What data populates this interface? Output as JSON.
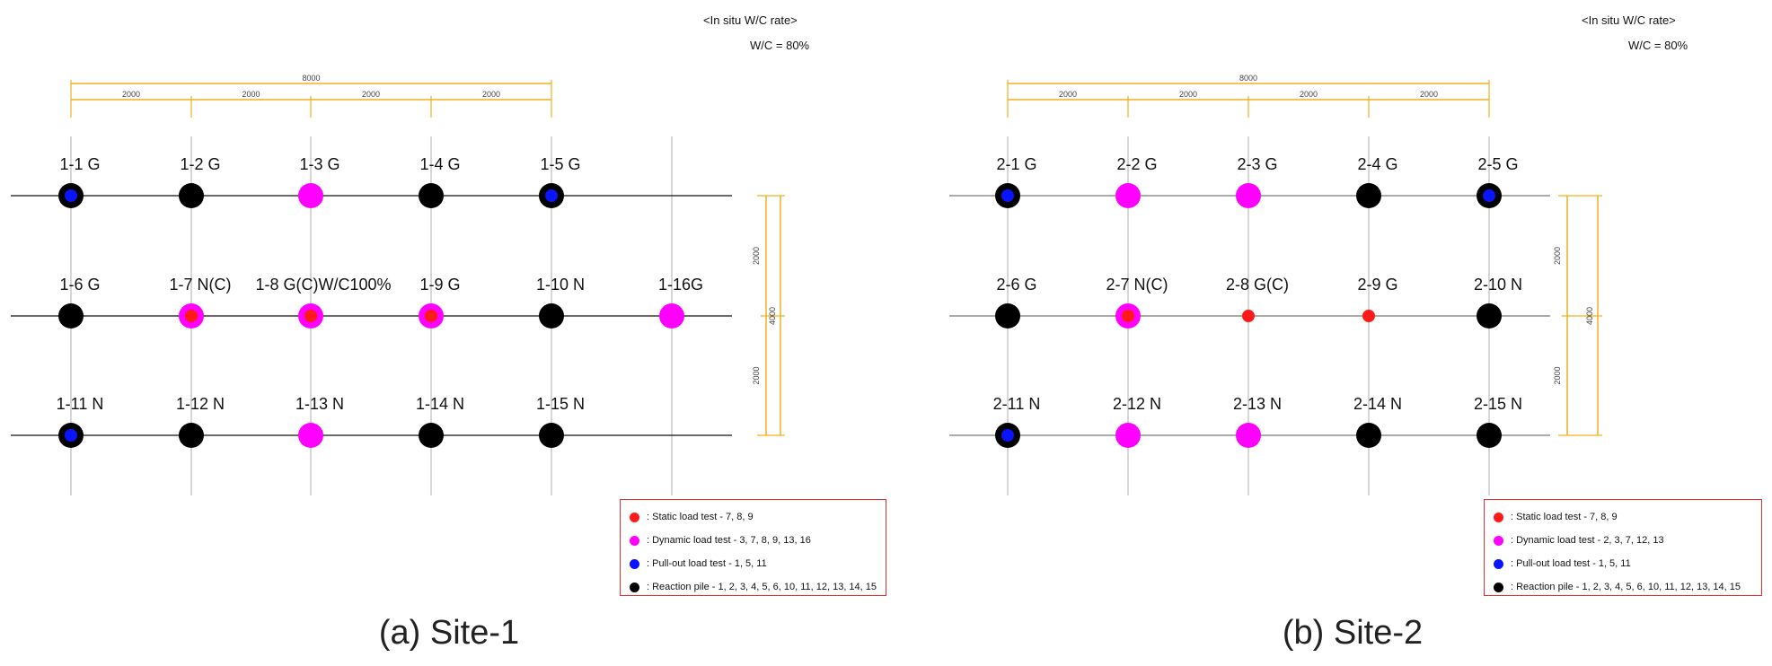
{
  "colors": {
    "static": "#ff1a1a",
    "dynamic": "#ff00ff",
    "pullout": "#0a14ff",
    "reaction": "#000000",
    "dimension": "#f0b020",
    "grid": "#bbbbbb",
    "legend_border": "#e03030"
  },
  "panels": [
    {
      "wc_title": "<In situ W/C rate>",
      "wc_value": "W/C = 80%",
      "dims": {
        "total": "8000",
        "spans": [
          "2000",
          "2000",
          "2000",
          "2000"
        ],
        "vert_total": "4000",
        "vert_spans": [
          "2000",
          "2000"
        ]
      },
      "piles": [
        {
          "label": "1-1 G",
          "fill": "reaction",
          "inner": "pullout"
        },
        {
          "label": "1-2 G",
          "fill": "reaction",
          "inner": ""
        },
        {
          "label": "1-3 G",
          "fill": "dynamic",
          "inner": ""
        },
        {
          "label": "1-4 G",
          "fill": "reaction",
          "inner": ""
        },
        {
          "label": "1-5 G",
          "fill": "reaction",
          "inner": "pullout"
        },
        {
          "label": "1-6 G",
          "fill": "reaction",
          "inner": ""
        },
        {
          "label": "1-7 N(C)",
          "fill": "dynamic",
          "inner": "static"
        },
        {
          "label": "1-8 G(C)W/C100%",
          "fill": "dynamic",
          "inner": "static"
        },
        {
          "label": "1-9 G",
          "fill": "dynamic",
          "inner": "static"
        },
        {
          "label": "1-10 N",
          "fill": "reaction",
          "inner": ""
        },
        {
          "label": "1-16G",
          "fill": "dynamic",
          "inner": ""
        },
        {
          "label": "1-11 N",
          "fill": "reaction",
          "inner": "pullout"
        },
        {
          "label": "1-12 N",
          "fill": "reaction",
          "inner": ""
        },
        {
          "label": "1-13 N",
          "fill": "dynamic",
          "inner": ""
        },
        {
          "label": "1-14 N",
          "fill": "reaction",
          "inner": ""
        },
        {
          "label": "1-15 N",
          "fill": "reaction",
          "inner": ""
        }
      ],
      "legend": [
        {
          "key": "static",
          "text": ": Static load test - 7, 8, 9"
        },
        {
          "key": "dynamic",
          "text": ": Dynamic load test - 3, 7, 8, 9, 13, 16"
        },
        {
          "key": "pullout",
          "text": ": Pull-out load test - 1, 5, 11"
        },
        {
          "key": "reaction",
          "text": ": Reaction pile - 1, 2, 3, 4, 5, 6, 10, 11, 12, 13, 14, 15"
        }
      ],
      "caption": "(a) Site-1"
    },
    {
      "wc_title": "<In situ W/C rate>",
      "wc_value": "W/C = 80%",
      "dims": {
        "total": "8000",
        "spans": [
          "2000",
          "2000",
          "2000",
          "2000"
        ],
        "vert_total": "4000",
        "vert_spans": [
          "2000",
          "2000"
        ]
      },
      "piles": [
        {
          "label": "2-1 G",
          "fill": "reaction",
          "inner": "pullout"
        },
        {
          "label": "2-2 G",
          "fill": "dynamic",
          "inner": ""
        },
        {
          "label": "2-3 G",
          "fill": "dynamic",
          "inner": ""
        },
        {
          "label": "2-4 G",
          "fill": "reaction",
          "inner": ""
        },
        {
          "label": "2-5 G",
          "fill": "reaction",
          "inner": "pullout"
        },
        {
          "label": "2-6 G",
          "fill": "reaction",
          "inner": ""
        },
        {
          "label": "2-7 N(C)",
          "fill": "dynamic",
          "inner": "static"
        },
        {
          "label": "2-8 G(C)",
          "fill": "static",
          "inner": ""
        },
        {
          "label": "2-9 G",
          "fill": "static",
          "inner": ""
        },
        {
          "label": "2-10 N",
          "fill": "reaction",
          "inner": ""
        },
        {
          "label": "2-11 N",
          "fill": "reaction",
          "inner": "pullout"
        },
        {
          "label": "2-12 N",
          "fill": "dynamic",
          "inner": ""
        },
        {
          "label": "2-13 N",
          "fill": "dynamic",
          "inner": ""
        },
        {
          "label": "2-14 N",
          "fill": "reaction",
          "inner": ""
        },
        {
          "label": "2-15 N",
          "fill": "reaction",
          "inner": ""
        }
      ],
      "legend": [
        {
          "key": "static",
          "text": ": Static load test - 7, 8, 9"
        },
        {
          "key": "dynamic",
          "text": ": Dynamic load test - 2, 3, 7, 12, 13"
        },
        {
          "key": "pullout",
          "text": ": Pull-out load test - 1, 5, 11"
        },
        {
          "key": "reaction",
          "text": ": Reaction pile - 1, 2, 3, 4, 5, 6, 10, 11, 12, 13, 14, 15"
        }
      ],
      "caption": "(b) Site-2"
    }
  ]
}
